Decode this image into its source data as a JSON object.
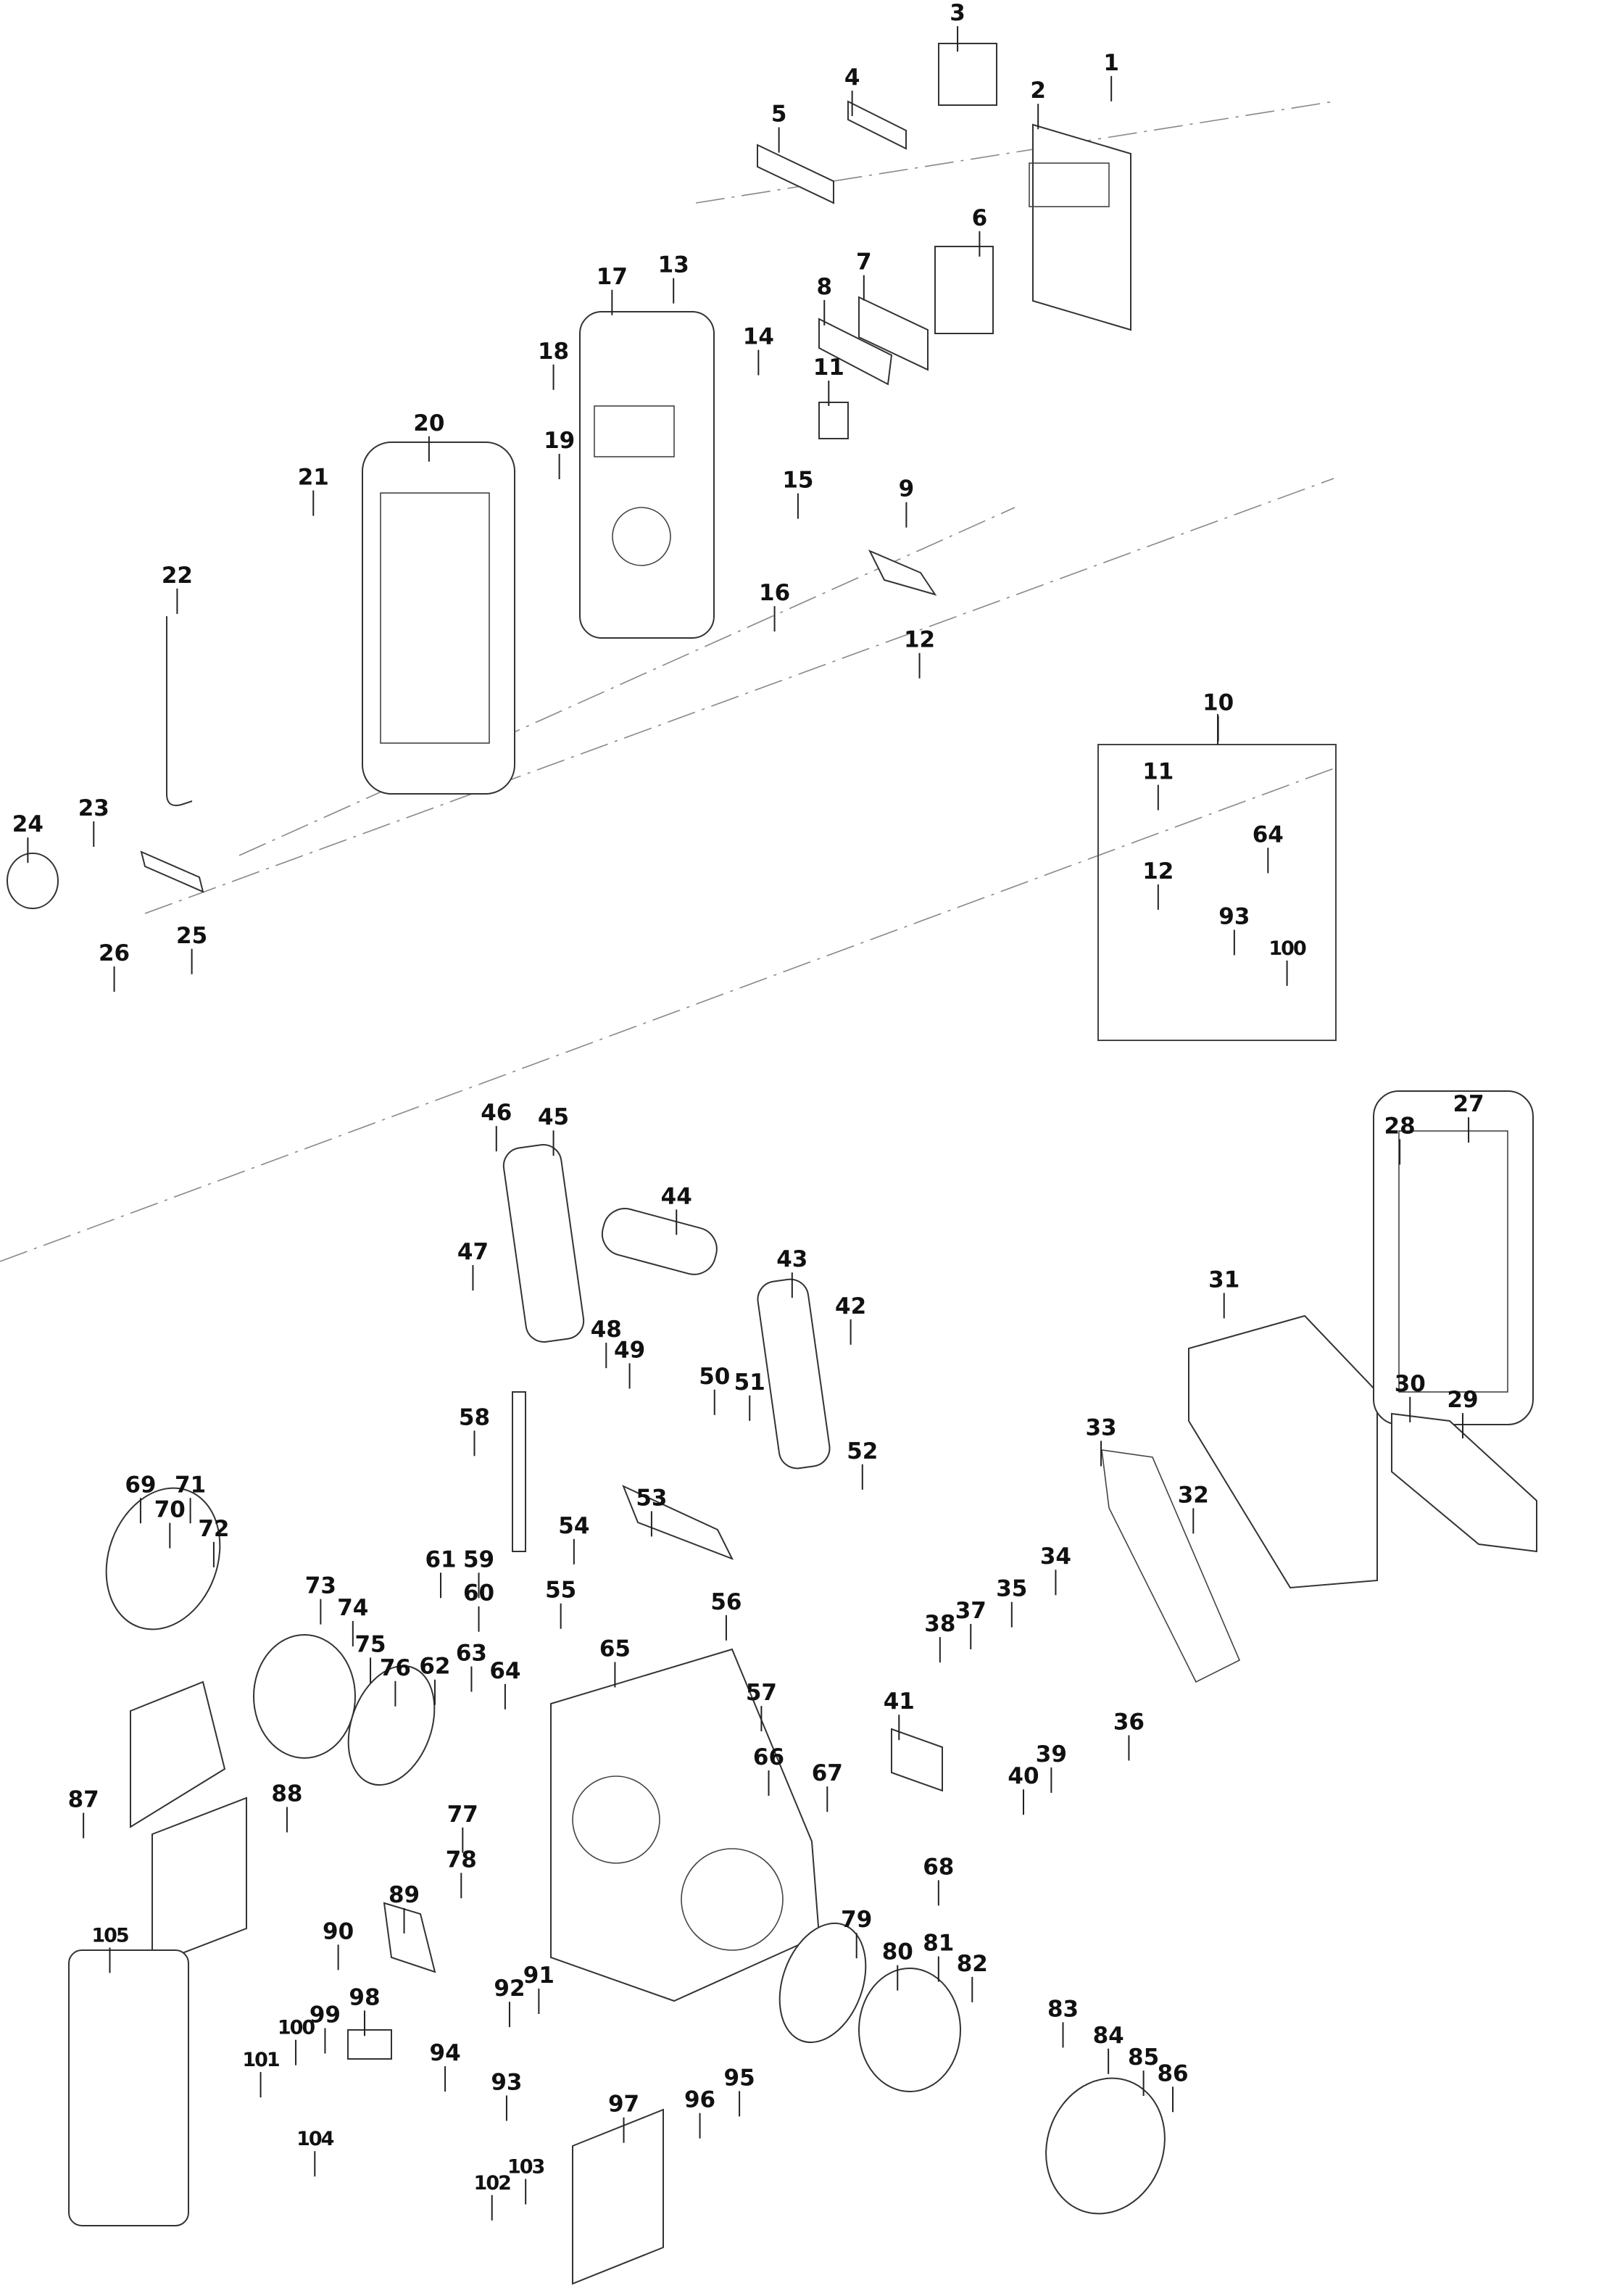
{
  "diagram": {
    "title": "Exploded parts diagram - jobsite radio",
    "kit_box_label": "10",
    "kit_box_contents": [
      "11",
      "12",
      "64",
      "93",
      "100"
    ],
    "callouts": [
      "1",
      "2",
      "3",
      "4",
      "5",
      "6",
      "7",
      "8",
      "9",
      "11",
      "12",
      "13",
      "14",
      "15",
      "16",
      "17",
      "18",
      "19",
      "20",
      "21",
      "22",
      "23",
      "24",
      "25",
      "26",
      "27",
      "28",
      "29",
      "30",
      "31",
      "32",
      "33",
      "34",
      "35",
      "36",
      "37",
      "38",
      "39",
      "40",
      "41",
      "42",
      "43",
      "44",
      "45",
      "46",
      "47",
      "48",
      "49",
      "50",
      "51",
      "52",
      "53",
      "54",
      "55",
      "56",
      "57",
      "58",
      "59",
      "60",
      "61",
      "62",
      "63",
      "64",
      "65",
      "66",
      "67",
      "68",
      "69",
      "70",
      "71",
      "72",
      "73",
      "74",
      "75",
      "76",
      "77",
      "78",
      "79",
      "80",
      "81",
      "82",
      "83",
      "84",
      "85",
      "86",
      "87",
      "88",
      "89",
      "90",
      "91",
      "92",
      "93",
      "94",
      "95",
      "96",
      "97",
      "98",
      "99",
      "100",
      "101",
      "102",
      "103",
      "104",
      "105"
    ]
  }
}
